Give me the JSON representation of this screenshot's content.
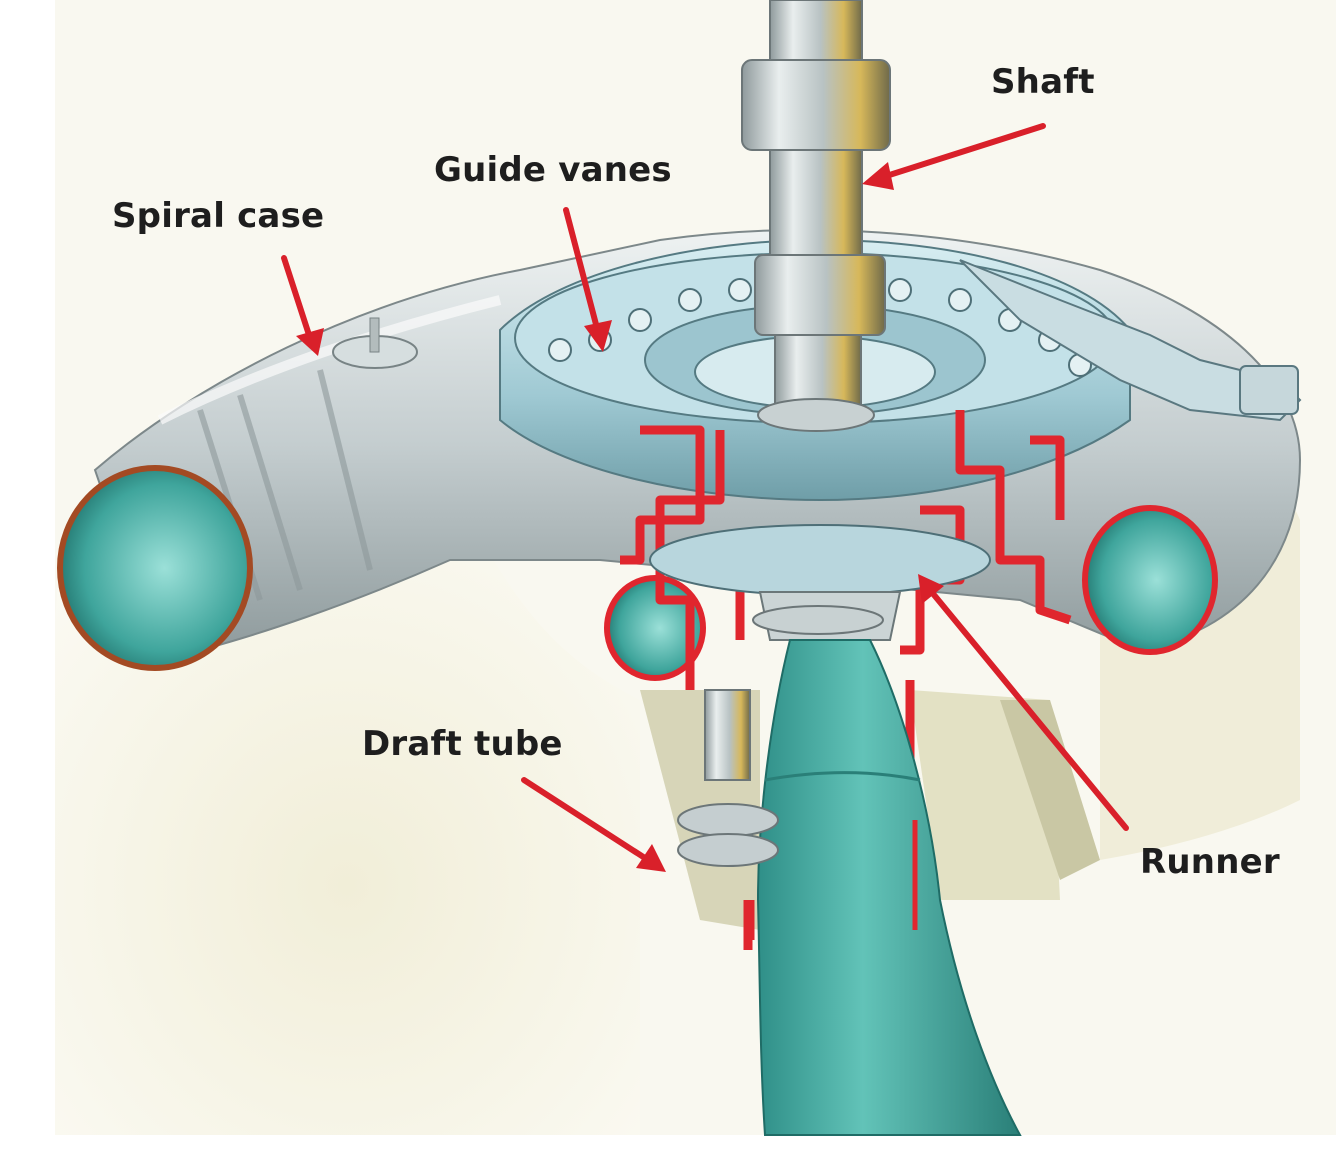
{
  "labels": {
    "shaft": "Shaft",
    "guide_vanes": "Guide vanes",
    "spiral_case": "Spiral case",
    "draft_tube": "Draft tube",
    "runner": "Runner"
  },
  "colors": {
    "arrow": "#d9202a",
    "section_cut": "#e0262e",
    "water": "#4fb8ad",
    "steel": "#c9d2d4",
    "ground": "#f3f1e4",
    "label_text": "#1e1e1e"
  }
}
